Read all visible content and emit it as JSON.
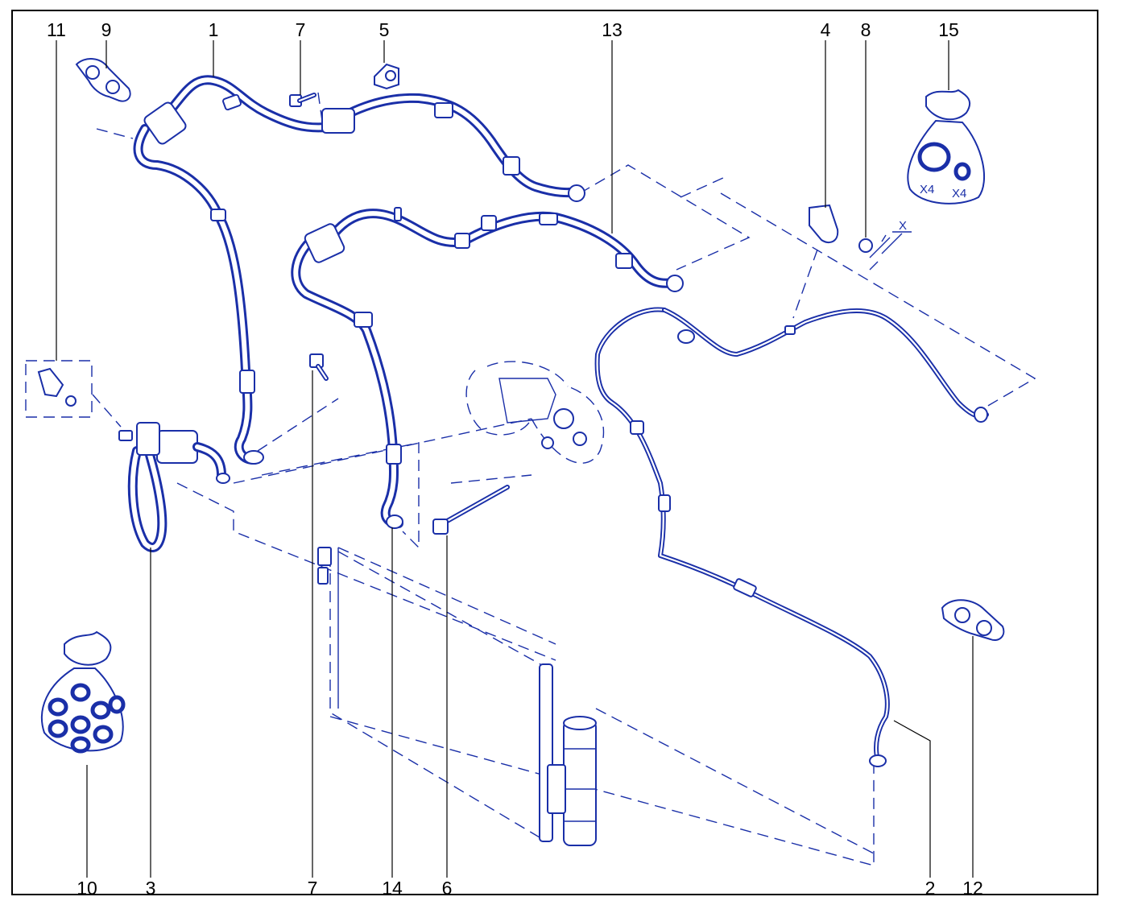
{
  "diagram": {
    "callouts": {
      "c11": "11",
      "c9": "9",
      "c1": "1",
      "c7_top": "7",
      "c5": "5",
      "c13": "13",
      "c4": "4",
      "c8": "8",
      "c15": "15",
      "c10": "10",
      "c3": "3",
      "c7_bottom": "7",
      "c14": "14",
      "c6": "6",
      "c2": "2",
      "c12": "12"
    },
    "annotations": {
      "dimension_x": "X",
      "qty_large_seal": "X4",
      "qty_small_seal": "X4"
    },
    "line_color": "#1a2fa8",
    "frame_color": "#000000"
  }
}
